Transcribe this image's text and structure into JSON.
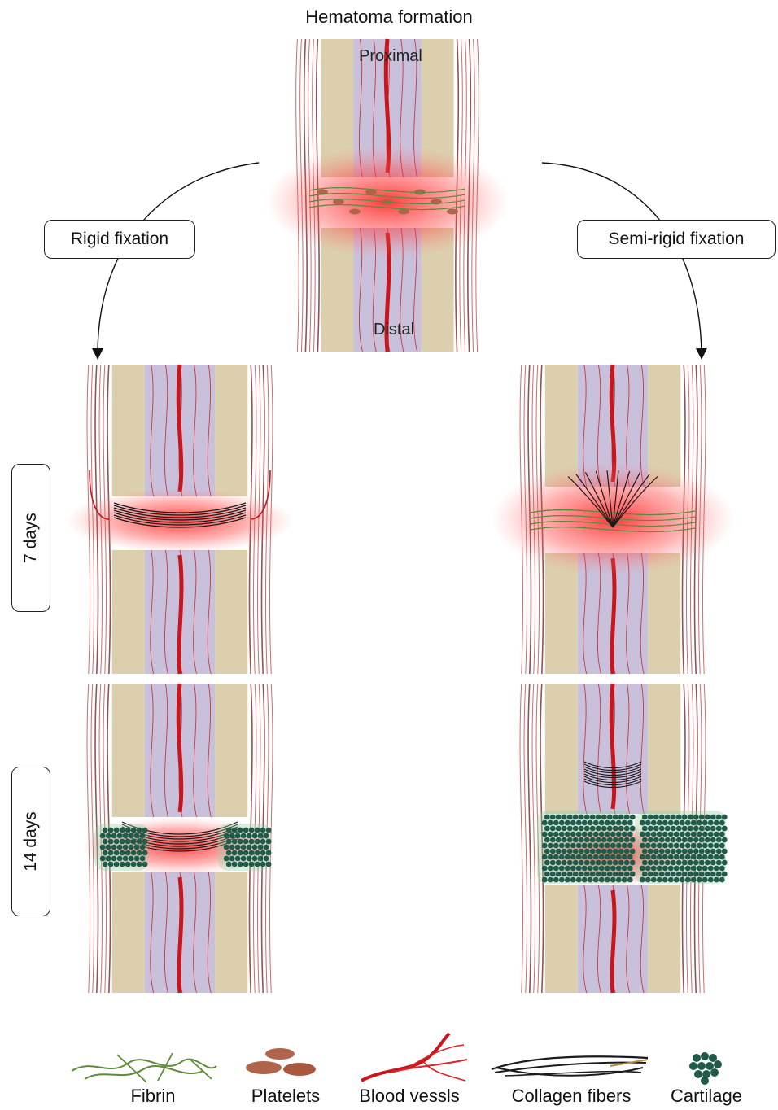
{
  "title": "Hematoma formation",
  "labels": {
    "proximal": "Proximal",
    "distal": "Distal",
    "rigid": "Rigid fixation",
    "semirigid": "Semi-rigid fixation",
    "day7": "7 days",
    "day14": "14 days"
  },
  "legend": [
    {
      "label": "Fibrin",
      "icon": "fibrin-icon"
    },
    {
      "label": "Platelets",
      "icon": "platelets-icon"
    },
    {
      "label": "Blood vessls",
      "icon": "blood-vessels-icon"
    },
    {
      "label": "Collagen fibers",
      "icon": "collagen-fibers-icon"
    },
    {
      "label": "Cartilage",
      "icon": "cartilage-icon"
    }
  ],
  "colors": {
    "cortex": "#dccfae",
    "marrow": "#c9c1dc",
    "vessel": "#c8161c",
    "fibrin": "#5f8a3a",
    "platelet": "#b0644c",
    "collagen": "#1b1b1b",
    "cartilage": "#1f5a4a"
  }
}
